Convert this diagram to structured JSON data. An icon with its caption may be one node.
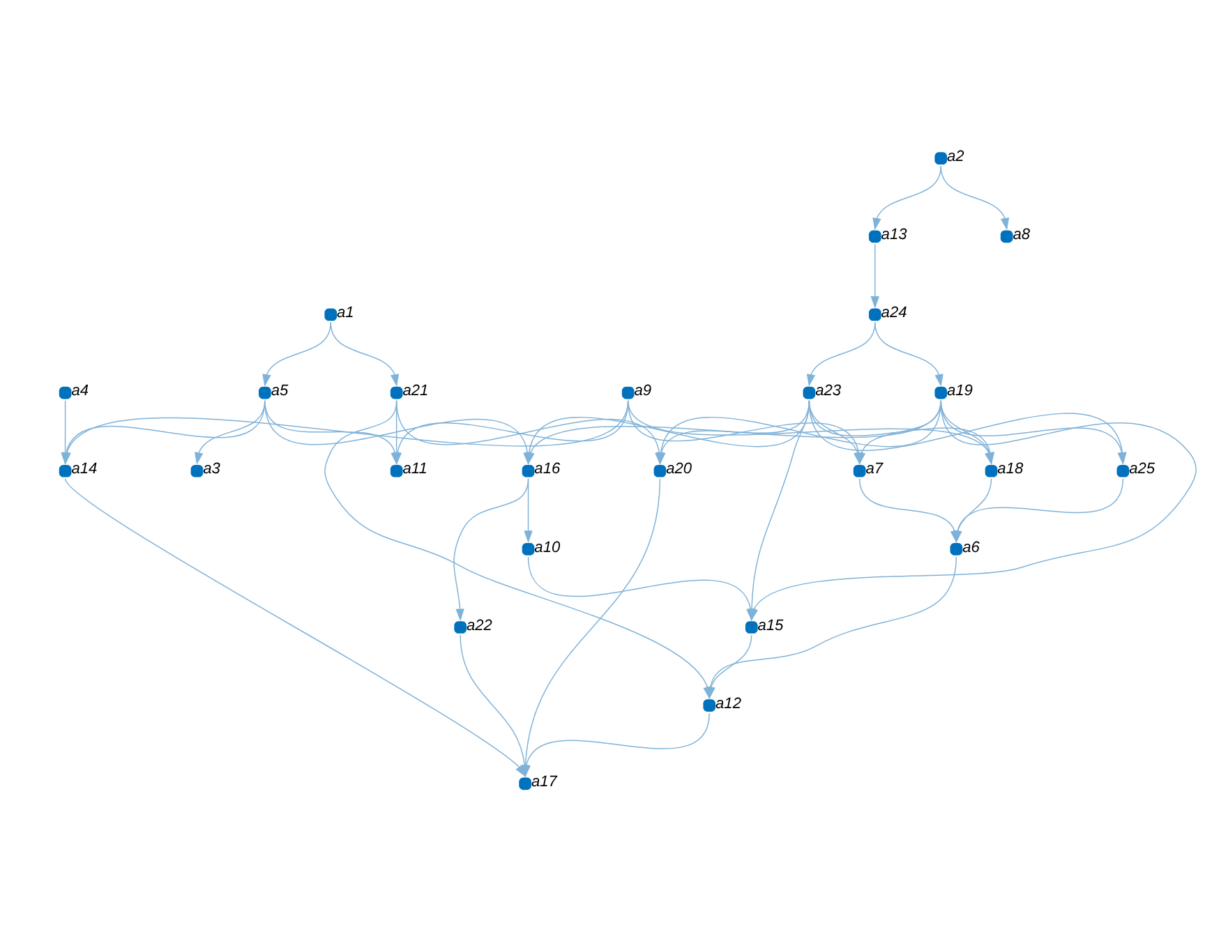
{
  "diagram": {
    "nodes": [
      {
        "text": [],
        "shape": "circle",
        "beside": [
          "a4"
        ]
      },
      {
        "text": [],
        "shape": "circle",
        "beside": [
          "a1"
        ]
      },
      {
        "text": [],
        "shape": "circle",
        "beside": [
          "a9"
        ]
      },
      {
        "text": [],
        "shape": "circle",
        "beside": [
          "a2"
        ]
      },
      {
        "text": [],
        "shape": "circle",
        "beside": [
          "a5"
        ]
      },
      {
        "text": [],
        "shape": "circle",
        "beside": [
          "a21"
        ]
      },
      {
        "text": [],
        "shape": "circle",
        "beside": [
          "a13"
        ]
      },
      {
        "text": [],
        "shape": "circle",
        "beside": [
          "a8"
        ]
      },
      {
        "text": [],
        "shape": "circle",
        "beside": [
          "a14"
        ]
      },
      {
        "text": [],
        "shape": "circle",
        "beside": [
          "a3"
        ]
      },
      {
        "text": [],
        "shape": "circle",
        "beside": [
          "a11"
        ]
      },
      {
        "text": [],
        "shape": "circle",
        "beside": [
          "a24"
        ]
      },
      {
        "text": [],
        "shape": "circle",
        "beside": [
          "a19"
        ]
      },
      {
        "text": [],
        "shape": "circle",
        "beside": [
          "a23"
        ]
      },
      {
        "text": [],
        "shape": "circle",
        "beside": [
          "a20"
        ]
      },
      {
        "text": [],
        "shape": "circle",
        "beside": [
          "a7"
        ]
      },
      {
        "text": [],
        "shape": "circle",
        "beside": [
          "a18"
        ]
      },
      {
        "text": [],
        "shape": "circle",
        "beside": [
          "a15"
        ]
      },
      {
        "text": [],
        "shape": "circle",
        "beside": [
          "a25"
        ]
      },
      {
        "text": [],
        "shape": "circle",
        "beside": [
          "a16"
        ]
      },
      {
        "text": [],
        "shape": "circle",
        "beside": [
          "a6"
        ]
      },
      {
        "text": [],
        "shape": "circle",
        "beside": [
          "a10"
        ]
      },
      {
        "text": [],
        "shape": "circle",
        "beside": [
          "a22"
        ]
      },
      {
        "text": [],
        "shape": "circle",
        "beside": [
          "a12"
        ]
      },
      {
        "text": [],
        "shape": "circle",
        "beside": [
          "a17"
        ]
      }
    ],
    "edges": [
      {
        "from": 0,
        "to": 8,
        "arrow": "to"
      },
      {
        "from": 1,
        "to": 4,
        "arrow": "to"
      },
      {
        "from": 1,
        "to": 5,
        "arrow": "to"
      },
      {
        "from": 2,
        "to": 8,
        "arrow": "to"
      },
      {
        "from": 2,
        "to": 10,
        "arrow": "to"
      },
      {
        "from": 2,
        "to": 15,
        "arrow": "to"
      },
      {
        "from": 2,
        "to": 16,
        "arrow": "to"
      },
      {
        "from": 3,
        "to": 6,
        "arrow": "to"
      },
      {
        "from": 3,
        "to": 7,
        "arrow": "to"
      },
      {
        "from": 4,
        "to": 8,
        "arrow": "to"
      },
      {
        "from": 4,
        "to": 9,
        "arrow": "to"
      },
      {
        "from": 4,
        "to": 10,
        "arrow": "to"
      },
      {
        "from": 4,
        "to": 19,
        "arrow": "to"
      },
      {
        "from": 5,
        "to": 10,
        "arrow": "to"
      },
      {
        "from": 5,
        "to": 14,
        "arrow": "to"
      },
      {
        "from": 5,
        "to": 23,
        "arrow": "to"
      },
      {
        "from": 6,
        "to": 11,
        "arrow": "to"
      },
      {
        "from": 11,
        "to": 12,
        "arrow": "to"
      },
      {
        "from": 11,
        "to": 13,
        "arrow": "to"
      },
      {
        "from": 12,
        "to": 14,
        "arrow": "to"
      },
      {
        "from": 12,
        "to": 15,
        "arrow": "to"
      },
      {
        "from": 12,
        "to": 16,
        "arrow": "to"
      },
      {
        "from": 12,
        "to": 17,
        "arrow": "to"
      },
      {
        "from": 12,
        "to": 18,
        "arrow": "to"
      },
      {
        "from": 12,
        "to": 19,
        "arrow": "to"
      },
      {
        "from": 13,
        "to": 14,
        "arrow": "to"
      },
      {
        "from": 13,
        "to": 15,
        "arrow": "to"
      },
      {
        "from": 13,
        "to": 16,
        "arrow": "to"
      },
      {
        "from": 13,
        "to": 17,
        "arrow": "to"
      },
      {
        "from": 13,
        "to": 18,
        "arrow": "to"
      },
      {
        "from": 13,
        "to": 19,
        "arrow": "to"
      },
      {
        "from": 15,
        "to": 20,
        "arrow": "to"
      },
      {
        "from": 16,
        "to": 20,
        "arrow": "to"
      },
      {
        "from": 18,
        "to": 20,
        "arrow": "to"
      },
      {
        "from": 21,
        "to": 17,
        "arrow": "to"
      },
      {
        "from": 17,
        "to": 23,
        "arrow": "to"
      },
      {
        "from": 19,
        "to": 21,
        "arrow": "to"
      },
      {
        "from": 19,
        "to": 22,
        "arrow": "to"
      },
      {
        "from": 20,
        "to": 23,
        "arrow": "to"
      },
      {
        "from": 8,
        "to": 24,
        "arrow": "to"
      },
      {
        "from": 14,
        "to": 24,
        "arrow": "to"
      },
      {
        "from": 23,
        "to": 24,
        "arrow": "to"
      },
      {
        "from": 22,
        "to": 24,
        "arrow": "to"
      }
    ]
  }
}
